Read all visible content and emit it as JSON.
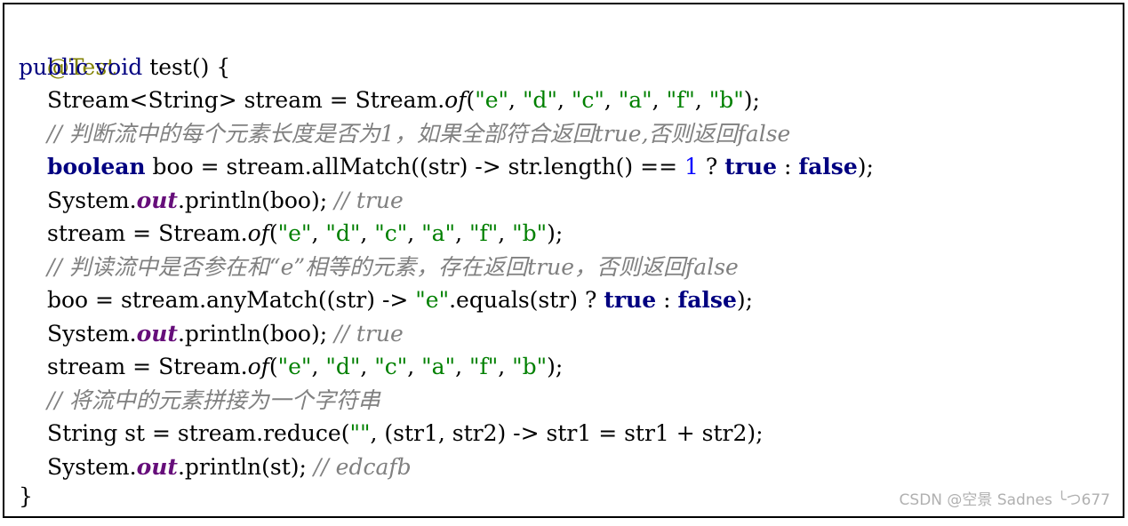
{
  "code": {
    "l1": {
      "a": "@Test"
    },
    "l2": {
      "a": "public",
      "b": " ",
      "c": "void",
      "d": " test() {"
    },
    "l3": {
      "a": "Stream<String> stream = Stream.",
      "b": "of",
      "c": "(",
      "d": "\"e\"",
      "e": ", ",
      "f": "\"d\"",
      "g": ", ",
      "h": "\"c\"",
      "i": ", ",
      "j": "\"a\"",
      "k": ", ",
      "l": "\"f\"",
      "m": ", ",
      "n": "\"b\"",
      "o": ");"
    },
    "l4": {
      "a": "// 判断流中的每个元素长度是否为1，如果全部符合返回true,否则返回false"
    },
    "l5": {
      "a": "boolean",
      "b": " boo = stream.allMatch((str) -> str.length() == ",
      "c": "1",
      "d": " ? ",
      "e": "true",
      "f": " : ",
      "g": "false",
      "h": ");"
    },
    "l6": {
      "a": "System.",
      "b": "out",
      "c": ".println(boo); ",
      "d": "// true"
    },
    "l7": {
      "a": "stream = Stream.",
      "b": "of",
      "c": "(",
      "d": "\"e\"",
      "e": ", ",
      "f": "\"d\"",
      "g": ", ",
      "h": "\"c\"",
      "i": ", ",
      "j": "\"a\"",
      "k": ", ",
      "l": "\"f\"",
      "m": ", ",
      "n": "\"b\"",
      "o": ");"
    },
    "l8": {
      "a": "// 判读流中是否参在和“e”相等的元素，存在返回true，否则返回false"
    },
    "l9": {
      "a": "boo = stream.anyMatch((str) -> ",
      "b": "\"e\"",
      "c": ".equals(str) ? ",
      "d": "true",
      "e": " : ",
      "f": "false",
      "g": ");"
    },
    "l10": {
      "a": "System.",
      "b": "out",
      "c": ".println(boo); ",
      "d": "// true"
    },
    "l11": {
      "a": "stream = Stream.",
      "b": "of",
      "c": "(",
      "d": "\"e\"",
      "e": ", ",
      "f": "\"d\"",
      "g": ", ",
      "h": "\"c\"",
      "i": ", ",
      "j": "\"a\"",
      "k": ", ",
      "l": "\"f\"",
      "m": ", ",
      "n": "\"b\"",
      "o": ");"
    },
    "l12": {
      "a": "// 将流中的元素拼接为一个字符串"
    },
    "l13": {
      "a": "String st = stream.reduce(",
      "b": "\"\"",
      "c": ", (str1, str2) -> str1 = str1 + str2);"
    },
    "l14": {
      "a": "System.",
      "b": "out",
      "c": ".println(st); ",
      "d": "// edcafb"
    },
    "l15": {
      "a": "}"
    }
  },
  "watermark": "CSDN @空景 Sadnes ╰つ677",
  "colors": {
    "annotation": "#808000",
    "keyword": "#000080",
    "string": "#008000",
    "number": "#0000ff",
    "static_field": "#660e7a",
    "comment": "#808080"
  }
}
